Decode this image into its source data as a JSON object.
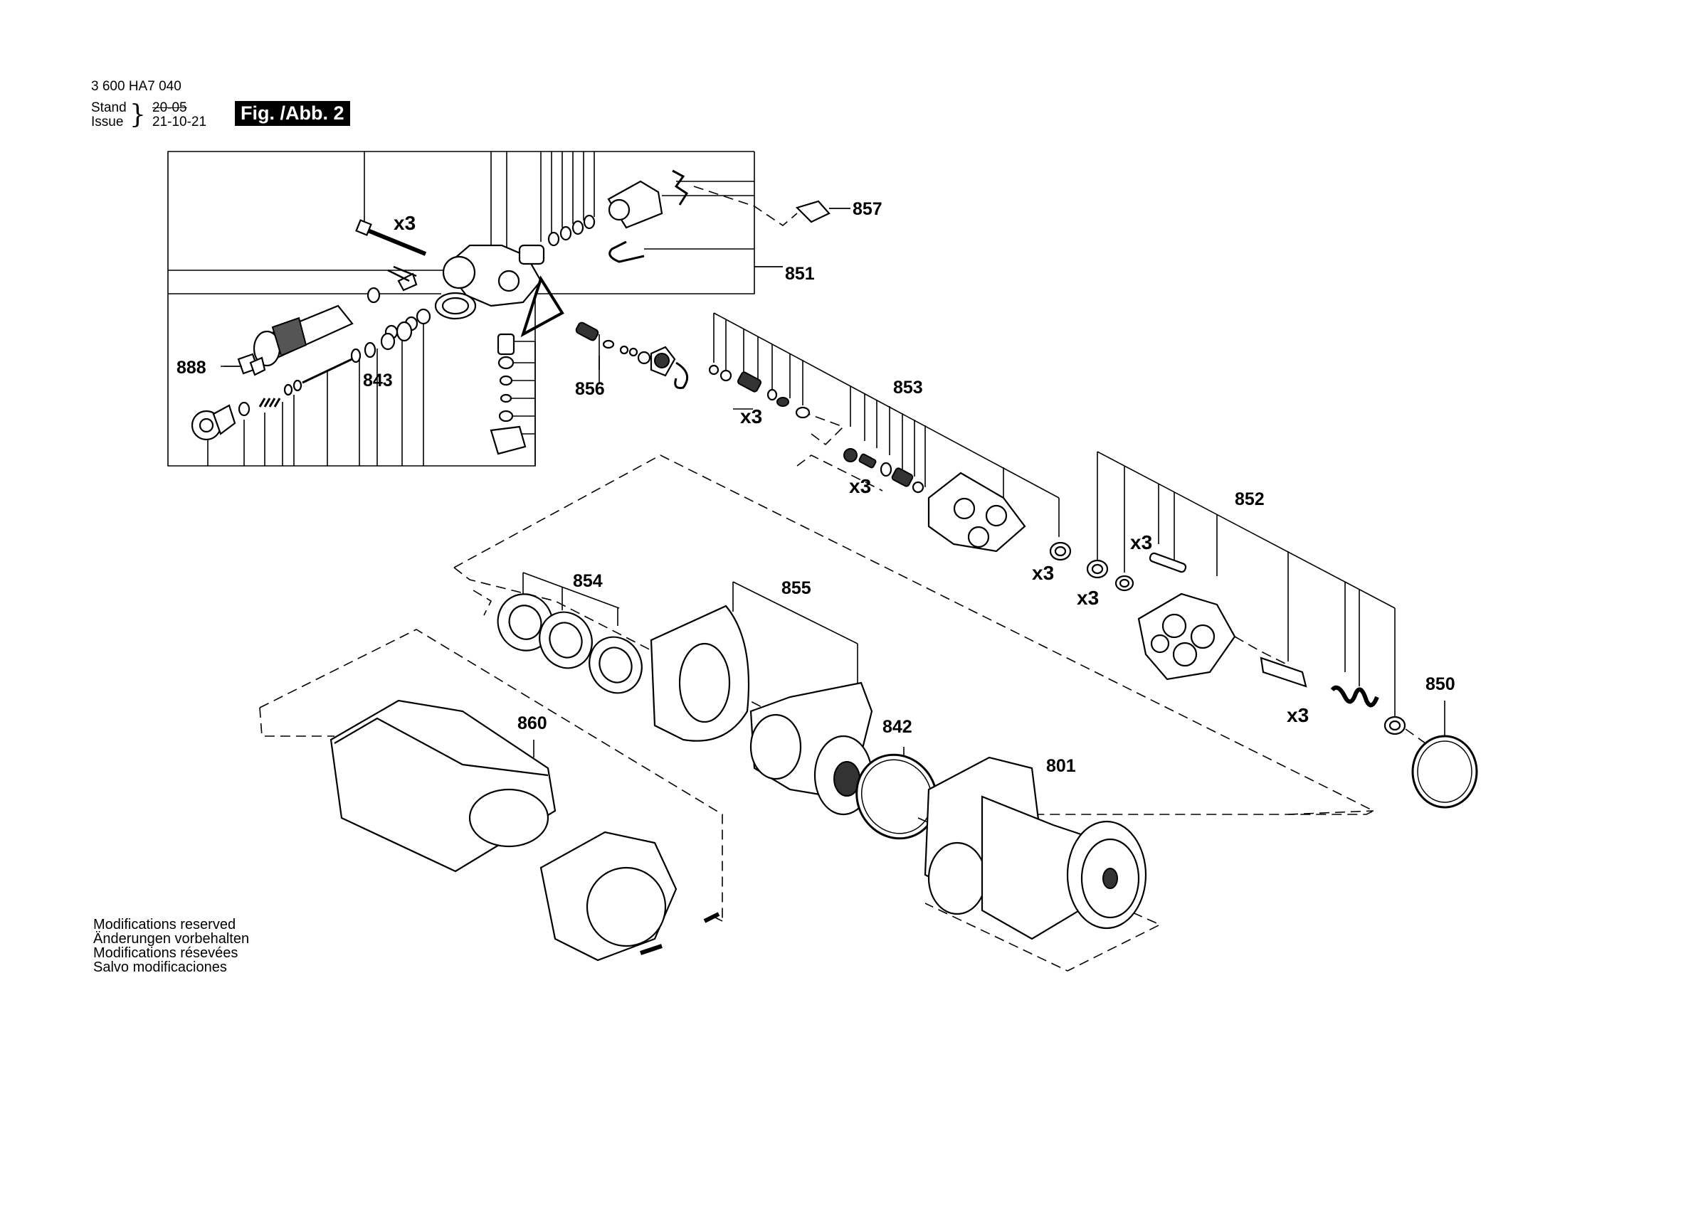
{
  "header": {
    "doc_number": "3 600 HA7 040",
    "stand_label": "Stand",
    "stand_date": "20-05",
    "issue_label": "Issue",
    "issue_date": "21-10-21",
    "figure_tag": "Fig. /Abb. 2"
  },
  "callouts": {
    "c801": "801",
    "c842": "842",
    "c843": "843",
    "c850": "850",
    "c851": "851",
    "c852": "852",
    "c853": "853",
    "c854": "854",
    "c855": "855",
    "c856": "856",
    "c857": "857",
    "c860": "860",
    "c888": "888"
  },
  "quantity_marks": [
    "x3",
    "x3",
    "x3",
    "x3",
    "x3",
    "x3",
    "x3"
  ],
  "notes": [
    "Modifications reserved",
    "Änderungen vorbehalten",
    "Modifications résevées",
    "Salvo modificaciones"
  ]
}
